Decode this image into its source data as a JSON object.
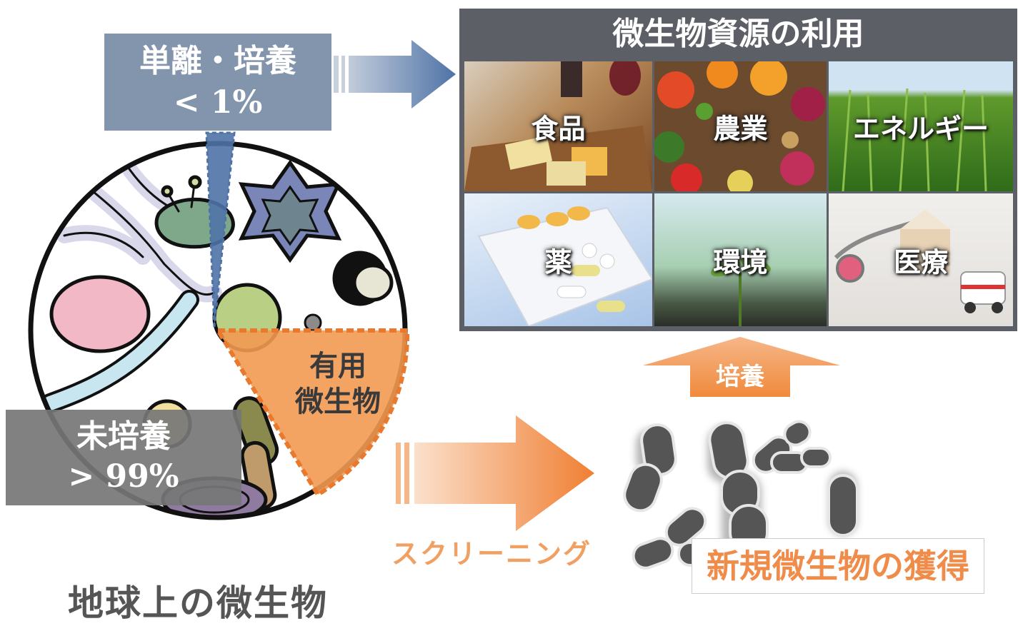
{
  "isolated": {
    "line1": "単離・培養",
    "line2": "< 1%"
  },
  "uncultured": {
    "line1": "未培養",
    "line2": "> 99%"
  },
  "useful": {
    "line1": "有用",
    "line2": "微生物"
  },
  "earth_title": "地球上の微生物",
  "resources": {
    "title": "微生物資源の利用",
    "tiles": [
      {
        "label": "食品"
      },
      {
        "label": "農業"
      },
      {
        "label": "エネルギー"
      },
      {
        "label": "薬"
      },
      {
        "label": "環境"
      },
      {
        "label": "医療"
      }
    ]
  },
  "culture_label": "培養",
  "screening_label": "スクリーニング",
  "acquisition_label": "新規微生物の獲得",
  "colors": {
    "blue": "#8394ad",
    "orange": "#f29a52",
    "panel": "#5d5f66",
    "gray": "#767676"
  }
}
